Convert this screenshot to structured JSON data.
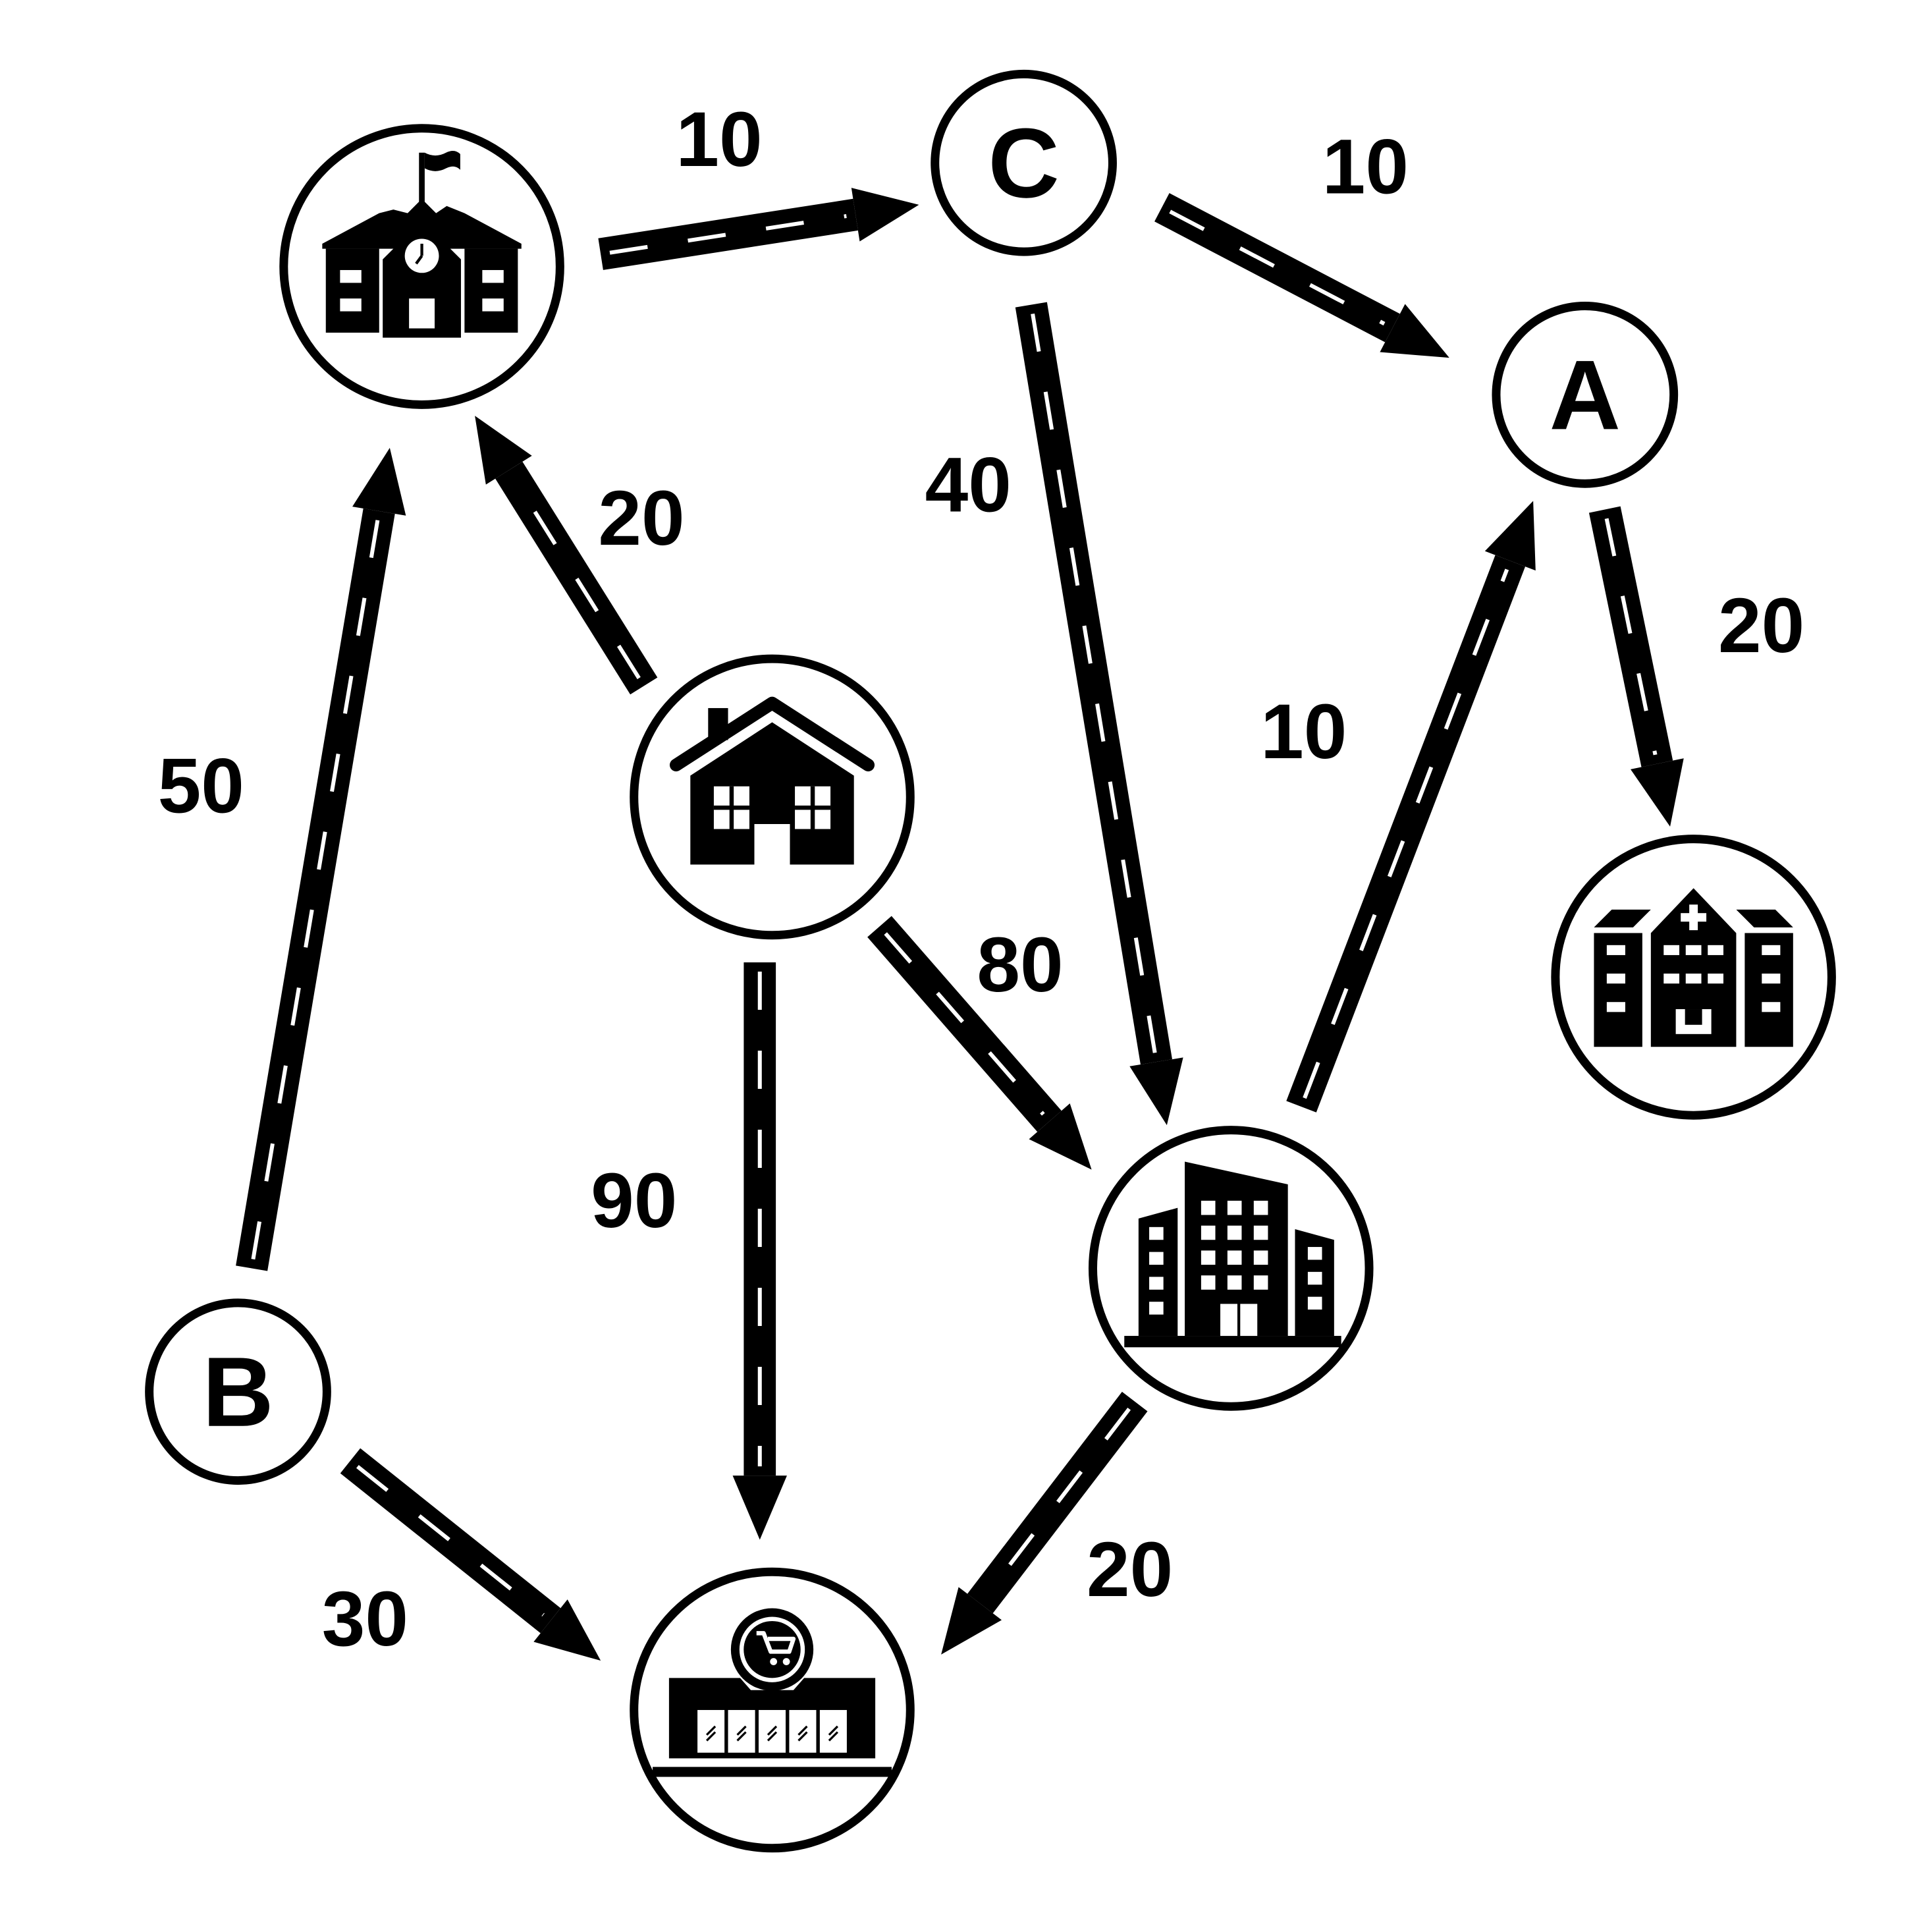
{
  "diagram": {
    "nodes": [
      {
        "id": "school",
        "kind": "icon",
        "icon": "school-icon",
        "label": ""
      },
      {
        "id": "C",
        "kind": "letter",
        "label": "C"
      },
      {
        "id": "A",
        "kind": "letter",
        "label": "A"
      },
      {
        "id": "hospital",
        "kind": "icon",
        "icon": "hospital-icon",
        "label": ""
      },
      {
        "id": "house",
        "kind": "icon",
        "icon": "house-icon",
        "label": ""
      },
      {
        "id": "office",
        "kind": "icon",
        "icon": "office-buildings-icon",
        "label": ""
      },
      {
        "id": "B",
        "kind": "letter",
        "label": "B"
      },
      {
        "id": "mall",
        "kind": "icon",
        "icon": "shopping-mall-icon",
        "label": ""
      }
    ],
    "edges": [
      {
        "from": "school",
        "to": "C",
        "weight": "10"
      },
      {
        "from": "C",
        "to": "A",
        "weight": "10"
      },
      {
        "from": "C",
        "to": "office",
        "weight": "40"
      },
      {
        "from": "house",
        "to": "school",
        "weight": "20"
      },
      {
        "from": "B",
        "to": "school",
        "weight": "50"
      },
      {
        "from": "office",
        "to": "A",
        "weight": "10"
      },
      {
        "from": "A",
        "to": "hospital",
        "weight": "20"
      },
      {
        "from": "house",
        "to": "office",
        "weight": "80"
      },
      {
        "from": "house",
        "to": "mall",
        "weight": "90"
      },
      {
        "from": "B",
        "to": "mall",
        "weight": "30"
      },
      {
        "from": "office",
        "to": "mall",
        "weight": "20"
      }
    ],
    "colors": {
      "ink": "#000000",
      "paper": "#ffffff"
    }
  }
}
